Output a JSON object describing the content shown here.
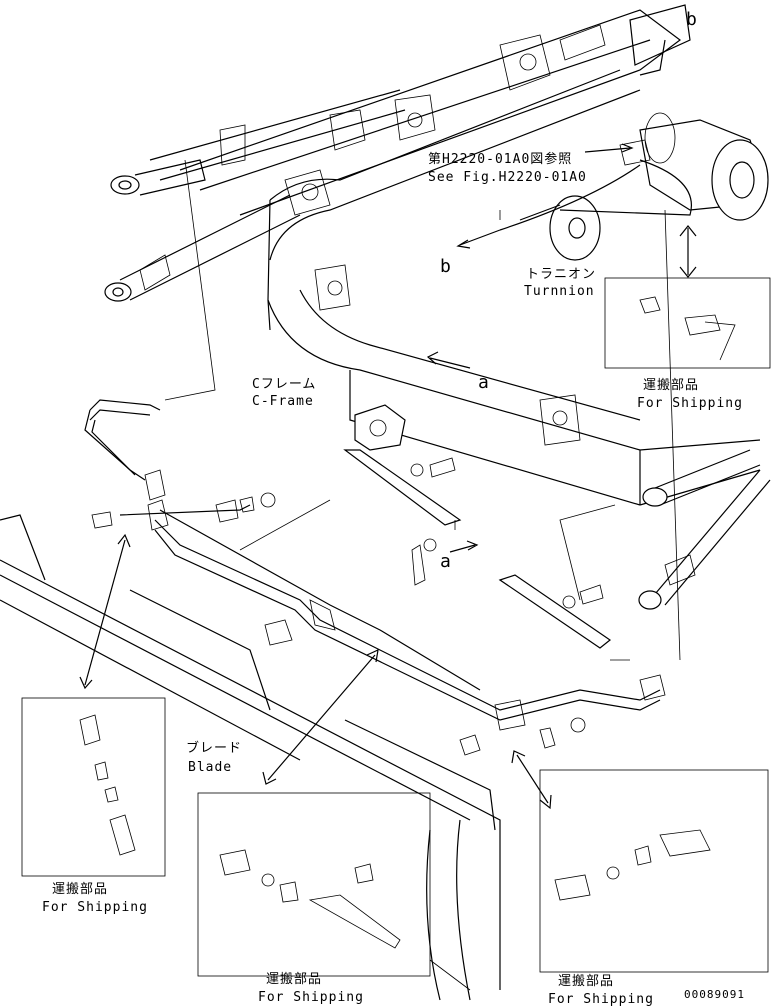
{
  "labels": {
    "ref_b_top": "b",
    "ref_b_left": "b",
    "ref_a_right": "a",
    "ref_a_center": "a",
    "see_fig_jp": "第H2220-01A0図参照",
    "see_fig_en": "See Fig.H2220-01A0",
    "trunnion_jp": "トラニオン",
    "trunnion_en": "Turnnion",
    "cframe_jp": "Cフレーム",
    "cframe_en": "C-Frame",
    "blade_jp": "ブレード",
    "blade_en": "Blade",
    "shipping_jp": "運搬部品",
    "shipping_en": "For Shipping",
    "drawing_number": "00089091"
  },
  "callouts": [
    {
      "id": "shipping-top-right"
    },
    {
      "id": "shipping-left"
    },
    {
      "id": "shipping-bottom-center"
    },
    {
      "id": "shipping-bottom-right"
    }
  ]
}
